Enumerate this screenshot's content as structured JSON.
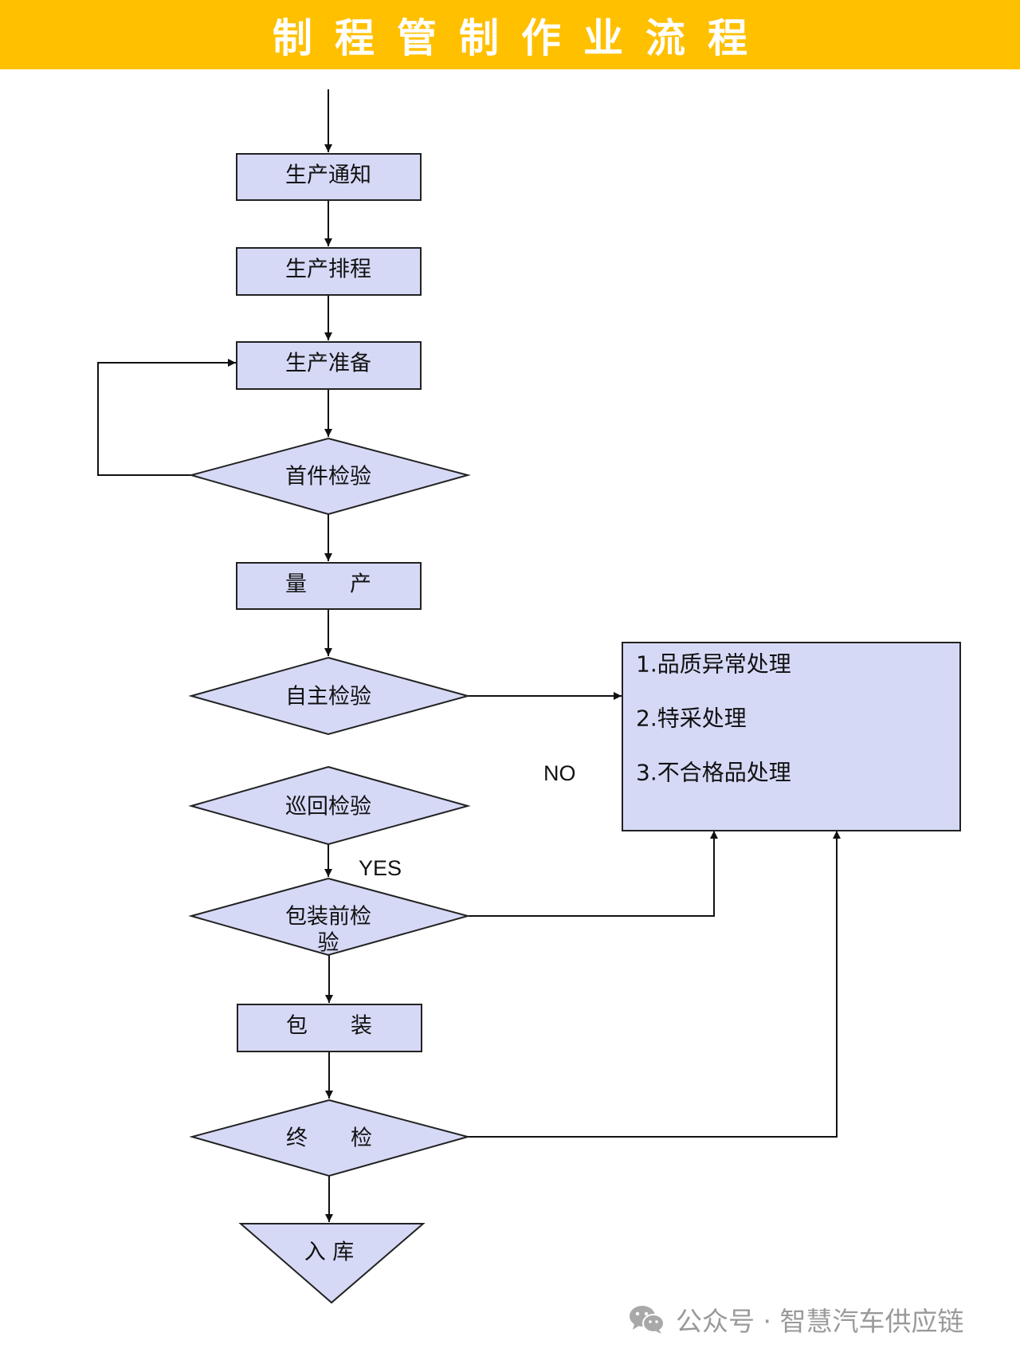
{
  "header": {
    "title": "制程管制作业流程",
    "bg_color": "#FFC000"
  },
  "colors": {
    "node_fill": "#D6D9F6",
    "node_stroke": "#222222",
    "line": "#111111"
  },
  "nodes": {
    "production_notice": "生产通知",
    "production_scheduling": "生产排程",
    "production_prep": "生产准备",
    "first_article_inspection": "首件检验",
    "mass_production": "量　　产",
    "self_inspection": "自主检验",
    "patrol_inspection": "巡回检验",
    "pre_packaging_inspection_line1": "包装前检",
    "pre_packaging_inspection_line2": "验",
    "packaging": "包　　装",
    "final_inspection": "终　　检",
    "warehousing": "入  库"
  },
  "side_box": {
    "item1": "1.品质异常处理",
    "item2": "2.特采处理",
    "item3": "3.不合格品处理"
  },
  "edge_labels": {
    "no": "NO",
    "yes": "YES"
  },
  "watermark": {
    "icon": "wechat-icon",
    "text": "公众号 · 智慧汽车供应链"
  }
}
